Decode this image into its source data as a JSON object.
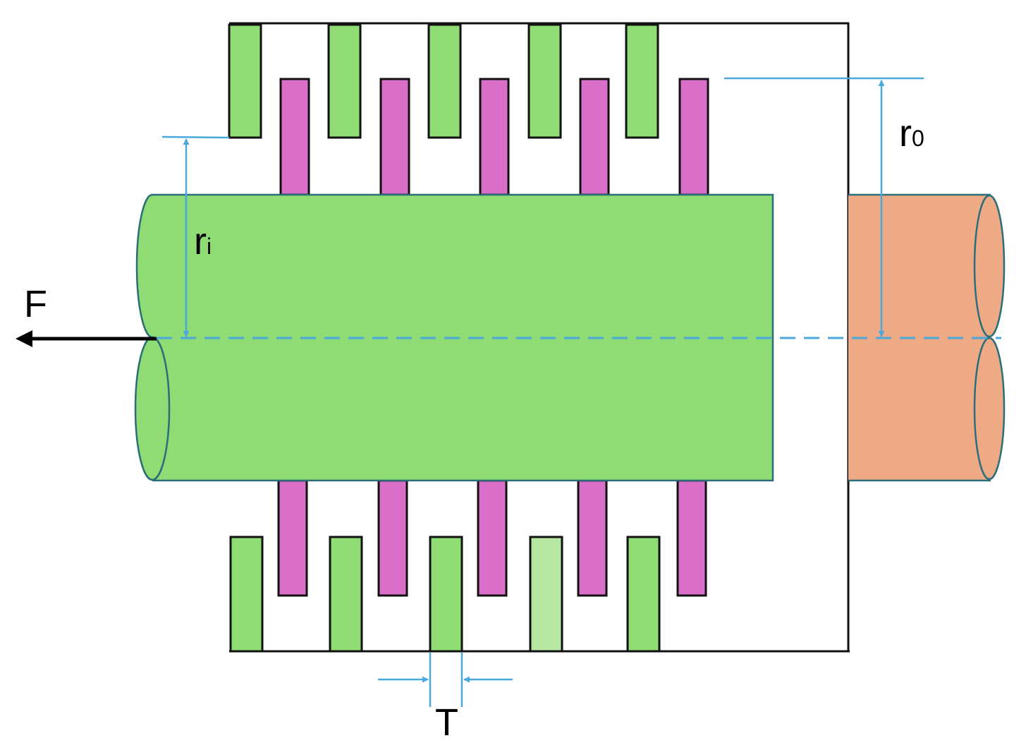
{
  "labels": {
    "force": "F",
    "inner_radius_main": "r",
    "inner_radius_sub": "i",
    "outer_radius_main": "r",
    "outer_radius_sub": "0",
    "thickness": "T"
  },
  "colors": {
    "inner_cylinder": "#8fdb74",
    "cylinder_edge": "#2a6e7a",
    "outer_shaft": "#eeaa84",
    "stator_plate": "#8fdb74",
    "stator_plate_highlight": "#b5e6a2",
    "rotor_plate": "#d96fc8",
    "plate_outline": "#111111",
    "dimension_line": "#4aa8dc",
    "force_arrow": "#000000",
    "housing_outline": "#111111"
  },
  "components": {
    "top_stator_plate_count": 5,
    "top_rotor_plate_count": 5,
    "bottom_stator_plate_count": 5,
    "bottom_rotor_plate_count": 5,
    "highlighted_bottom_stator_plate_index": 3
  }
}
